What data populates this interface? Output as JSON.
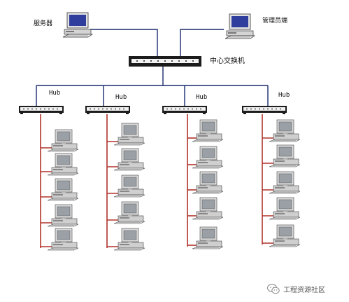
{
  "labels": {
    "server": "服务器",
    "admin": "管理员端",
    "switch": "中心交换机",
    "hub": "Hub"
  },
  "footer": {
    "text": "工程资源社区",
    "icon": "wechat-icon"
  },
  "colors": {
    "backbone": "#1a2a6e",
    "drop_line": "#b0332a",
    "device_body": "#1c1c1c",
    "monitor_screen": "#2f3d9c",
    "pc_case": "#d8d8d8"
  }
}
